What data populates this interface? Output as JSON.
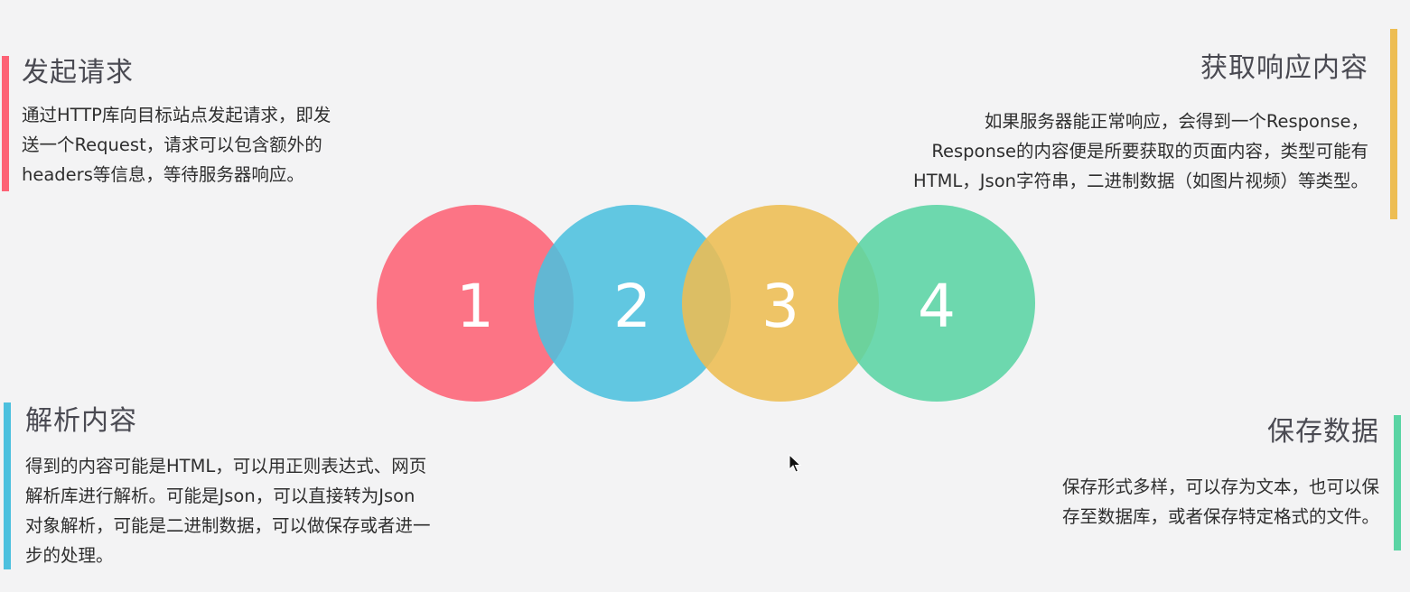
{
  "colors": {
    "red": "#fd6275",
    "blue": "#4cc0de",
    "yellow": "#edbd52",
    "green": "#5ad4a4",
    "background": "#f3f3f4"
  },
  "steps": [
    {
      "number": "1",
      "title": "发起请求",
      "lines": [
        "通过HTTP库向目标站点发起请求，即发",
        "送一个Request，请求可以包含额外的",
        "headers等信息，等待服务器响应。"
      ]
    },
    {
      "number": "2",
      "title": "获取响应内容",
      "lines": [
        "如果服务器能正常响应，会得到一个Response，",
        "Response的内容便是所要获取的页面内容，类型可能有",
        "HTML，Json字符串，二进制数据（如图片视频）等类型。"
      ]
    },
    {
      "number": "3",
      "title": "解析内容",
      "lines": [
        "得到的内容可能是HTML，可以用正则表达式、网页",
        "解析库进行解析。可能是Json，可以直接转为Json",
        "对象解析，可能是二进制数据，可以做保存或者进一",
        "步的处理。"
      ]
    },
    {
      "number": "4",
      "title": "保存数据",
      "lines": [
        "保存形式多样，可以存为文本，也可以保",
        "存至数据库，或者保存特定格式的文件。"
      ]
    }
  ]
}
